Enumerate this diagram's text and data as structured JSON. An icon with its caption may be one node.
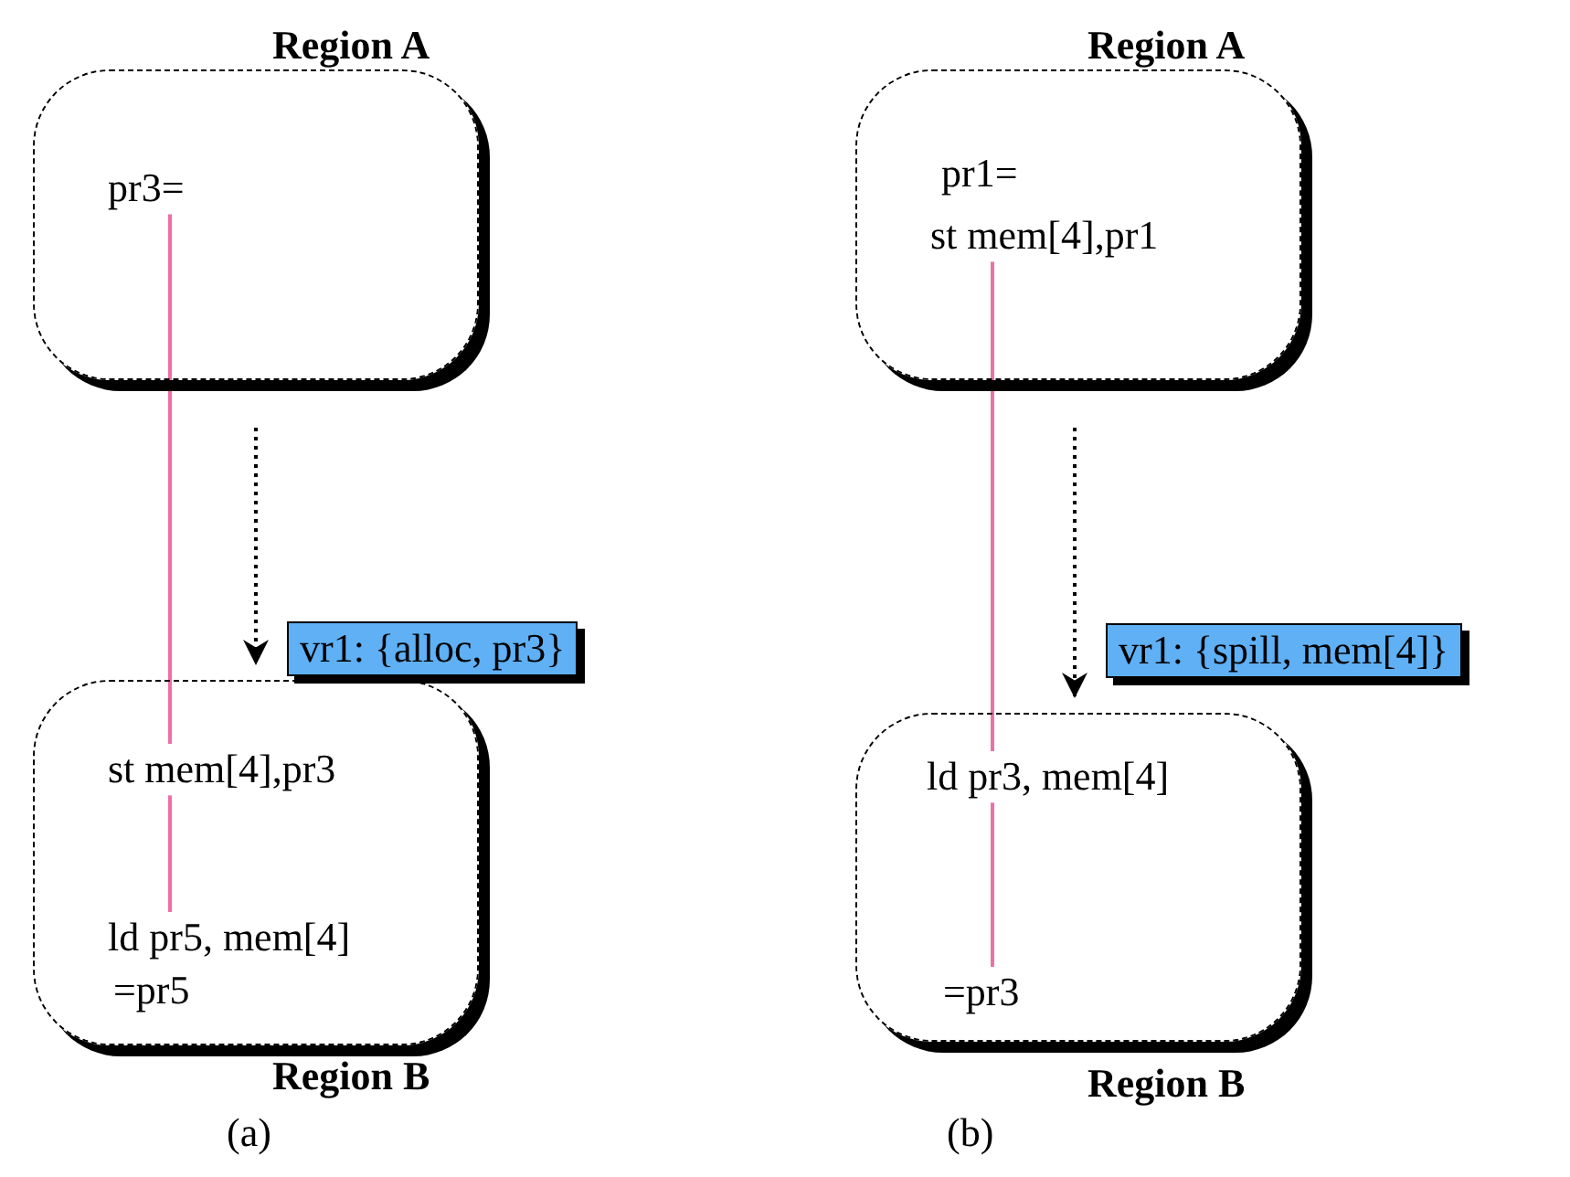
{
  "diagram": {
    "nodes": [
      {
        "text": [
          "Region A"
        ]
      },
      {
        "text": [
          "pr3="
        ],
        "in": 0
      },
      {
        "text": [
          "Region B"
        ]
      },
      {
        "text": [
          "st mem[4],pr3"
        ],
        "in": 2
      },
      {
        "text": [
          "ld pr5, mem[4]"
        ],
        "in": 2
      },
      {
        "text": [
          "vr1: {alloc, pr3}"
        ]
      },
      {
        "text": [
          "Region A"
        ]
      },
      {
        "text": [
          "st mem[4],pr1"
        ],
        "in": 6
      },
      {
        "text": [
          "Region B"
        ]
      },
      {
        "text": [
          "ld pr3, mem[4]"
        ],
        "in": 8
      },
      {
        "text": [
          "=pr3"
        ],
        "in": 8
      },
      {
        "text": [
          "vr1: {spill, mem[4]}"
        ]
      }
    ],
    "edges": [
      {
        "from": 0,
        "to": 2,
        "arrow": "to",
        "style": "dashed",
        "color": "#000000"
      },
      {
        "from": 1,
        "to": 3,
        "arrow": "none",
        "color": "#ee6fa8"
      },
      {
        "from": 3,
        "to": 4,
        "arrow": "none",
        "color": "#ee6fa8"
      },
      {
        "from": 6,
        "to": 8,
        "arrow": "to",
        "style": "dashed",
        "color": "#000000"
      },
      {
        "from": 7,
        "to": 9,
        "arrow": "none",
        "color": "#ee6fa8"
      },
      {
        "from": 9,
        "to": 10,
        "arrow": "none",
        "color": "#ee6fa8"
      }
    ],
    "labels": [
      "=pr5",
      "(a)",
      "pr1=",
      "(b)"
    ]
  }
}
